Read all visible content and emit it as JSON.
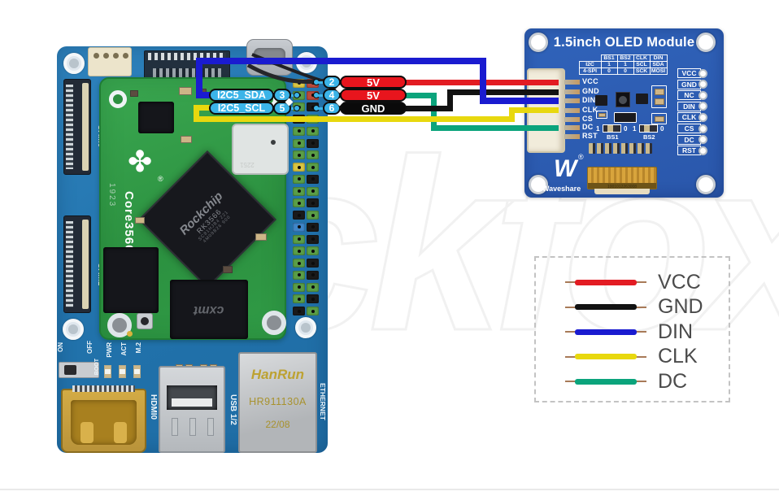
{
  "colors": {
    "wire_red": "#e31c23",
    "wire_black": "#121212",
    "wire_blue": "#1a1bd0",
    "wire_yellow": "#e8d80e",
    "wire_green": "#0ba47c",
    "label_cyan": "#3bb4e8",
    "board_blue": "#2878b4",
    "module_green": "#35a04b",
    "oled_blue": "#2d5db5"
  },
  "watermark": "ckfox",
  "callouts": {
    "sda_label": "I2C5_SDA",
    "sda_pin": "3",
    "scl_label": "I2C5_SCL",
    "scl_pin": "5",
    "pin2": "2",
    "pin2_label": "5V",
    "pin4": "4",
    "pin4_label": "5V",
    "pin6": "6",
    "pin6_label": "GND"
  },
  "board": {
    "silkscreen": {
      "cam0": "CAM0",
      "cam1": "CAM1",
      "hdmi": "HDMI0",
      "usb": "USB 1/2",
      "ethernet": "ETHERNET",
      "switch_on": "ON",
      "switch_off": "OFF",
      "switch_boot": "BOOT",
      "led_pwr": "PWR",
      "led_act": "ACT",
      "led_m2": "M.2"
    },
    "module": {
      "name": "Core3566",
      "serial": "1923",
      "logo_glyph": "✤",
      "reg_mark": "®",
      "cpu_brand": "Rockchip",
      "cpu_model": "RK3566",
      "cpu_line3": "SC81HJB4 221",
      "cpu_line4": "4M09B26 900",
      "emmc_brand": "cxmt",
      "wifi_code": "2251"
    },
    "ethernet_jack": {
      "brand": "HanRun",
      "model": "HR911130A",
      "date": "22/08"
    }
  },
  "gpio": {
    "palette": {
      "green": "#5a9e47",
      "black": "#1a1a1a",
      "yellow": "#d9c542",
      "red": "#bb4a3c",
      "blue": "#3f86c9"
    },
    "rows": [
      [
        "yellow",
        "red"
      ],
      [
        "green",
        "red"
      ],
      [
        "green",
        "black"
      ],
      [
        "black",
        "green"
      ],
      [
        "green",
        "green"
      ],
      [
        "green",
        "black"
      ],
      [
        "green",
        "green"
      ],
      [
        "yellow",
        "green"
      ],
      [
        "green",
        "black"
      ],
      [
        "green",
        "green"
      ],
      [
        "green",
        "black"
      ],
      [
        "black",
        "green"
      ],
      [
        "blue",
        "black"
      ],
      [
        "green",
        "black"
      ],
      [
        "green",
        "green"
      ],
      [
        "green",
        "black"
      ],
      [
        "green",
        "black"
      ],
      [
        "green",
        "green"
      ],
      [
        "green",
        "black"
      ],
      [
        "black",
        "green"
      ]
    ]
  },
  "oled": {
    "title": "1.5inch OLED Module",
    "table": {
      "header": [
        "",
        "BS1",
        "BS2",
        "CLK",
        "DIN"
      ],
      "rows": [
        [
          "I2C",
          "1",
          "1",
          "SCL",
          "SDA"
        ],
        [
          "4-SPI",
          "0",
          "0",
          "SCK",
          "MOSI"
        ]
      ]
    },
    "left_pins": [
      "VCC",
      "GND",
      "DIN",
      "CLK",
      "CS",
      "DC",
      "RST"
    ],
    "right_pins": [
      "VCC",
      "GND",
      "NC",
      "DIN",
      "CLK",
      "CS",
      "DC",
      "RST"
    ],
    "jumper_marks": [
      "1",
      "0",
      "1",
      "0"
    ],
    "bs1": "BS1",
    "bs2": "BS2",
    "logo_glyph": "W",
    "reg_mark": "®",
    "brand": "Waveshare",
    "ribbon_serial": "1001012263008"
  },
  "legend": {
    "items": [
      {
        "name": "VCC",
        "color": "#e31c23"
      },
      {
        "name": "GND",
        "color": "#121212"
      },
      {
        "name": "DIN",
        "color": "#1a1bd0"
      },
      {
        "name": "CLK",
        "color": "#e8d80e"
      },
      {
        "name": "DC",
        "color": "#0ba47c"
      }
    ]
  }
}
